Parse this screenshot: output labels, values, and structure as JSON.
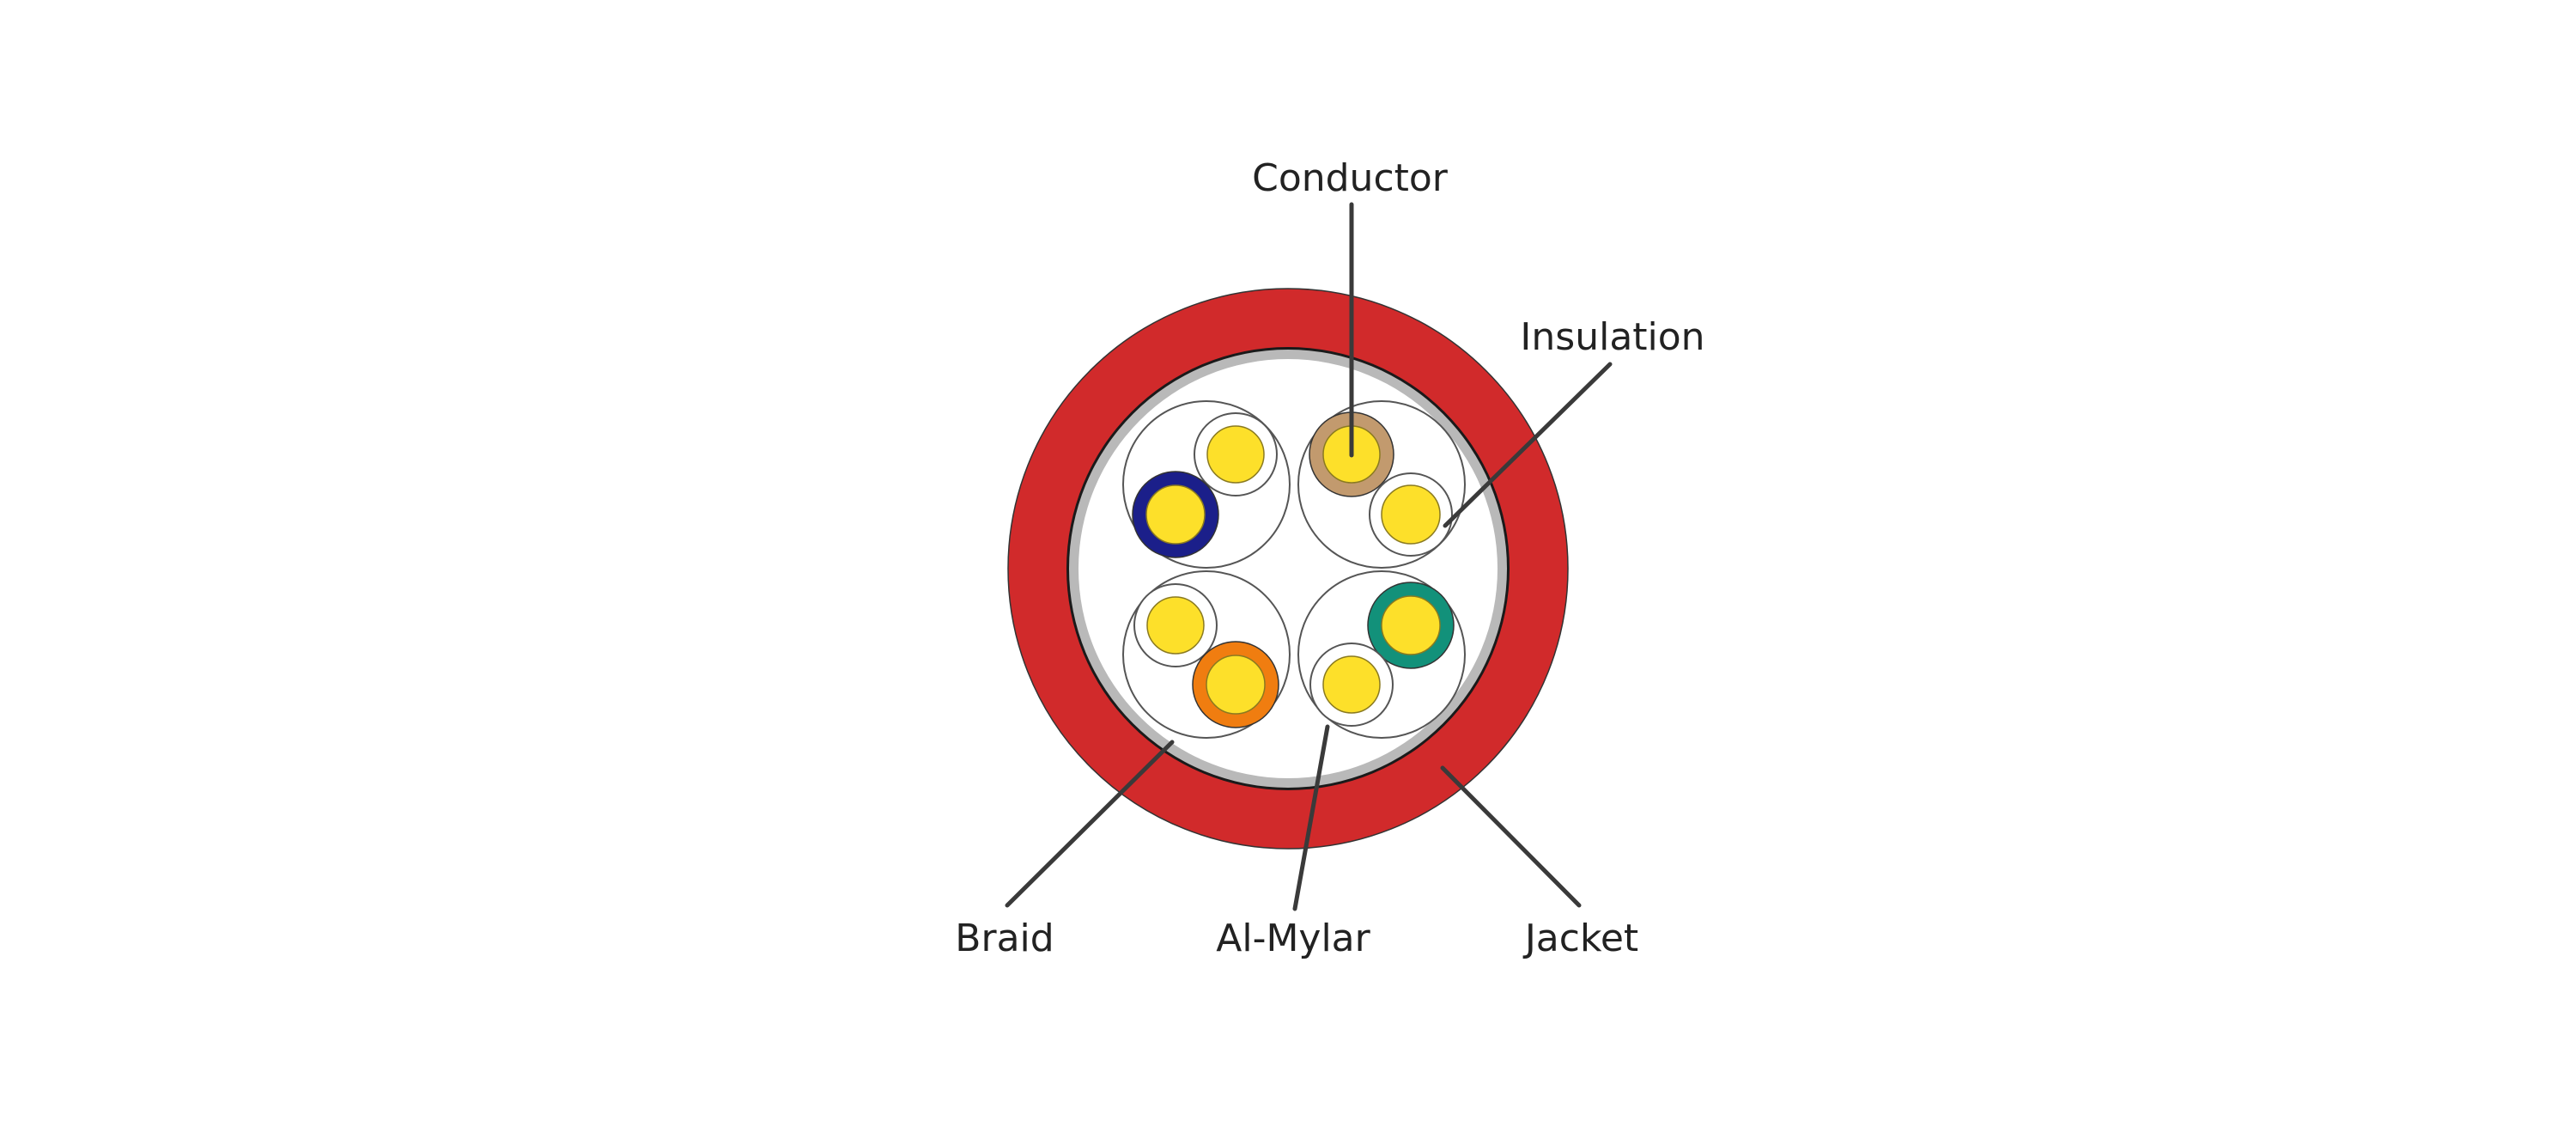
{
  "labels": {
    "conductor": "Conductor",
    "insulation": "Insulation",
    "braid": "Braid",
    "al_mylar": "Al-Mylar",
    "jacket": "Jacket"
  },
  "colors": {
    "jacket": "#d12a2b",
    "braid": "#b9b9b9",
    "core_fill": "#ffffff",
    "conductor": "#fde02a",
    "pair_blue": "#1b1f8a",
    "pair_brown": "#c29a6e",
    "pair_orange": "#f07d10",
    "pair_green": "#12917a",
    "leader": "#3a3a3a",
    "text": "#222222"
  },
  "icons": {
    "cable": "cable-cross-section-icon"
  }
}
